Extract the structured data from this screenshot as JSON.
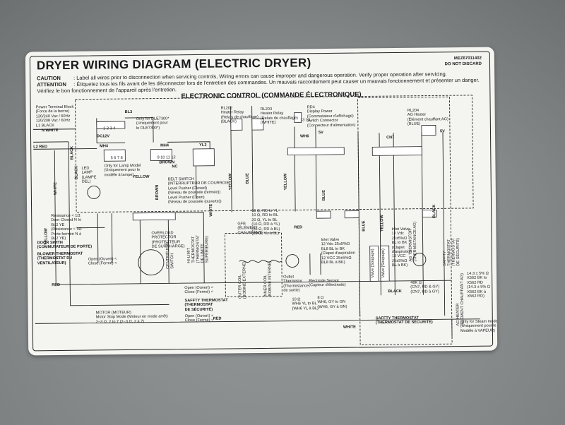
{
  "diagram": {
    "title": "DRYER WIRING DIAGRAM (ELECTRIC DRYER)",
    "part_number": "MEZ67011402",
    "part_note": "DO NOT DISCARD",
    "caution_label": "CAUTION",
    "caution_text": ": Label all wires prior to disconnection when servicing controls, Wiring errors can cause improper and dangerous operation. Verify proper operation after servicing.",
    "attention_label": "ATTENTION",
    "attention_text": ": Étiquetez tous les fils avant de les déconnecter lors de l'entretien des commandes. Un mauvais raccordement peut causer un mauvais fonctionnement et présenter un danger. Vérifiez le bon fonctionnement de l'appareil après l'entretien.",
    "section_title": "ELECTRONIC CONTROL (COMMANDE ÉLECTRONIQUE)",
    "power": "Power Terminal Block\n(Force de la borne)\n120/240 Vac / 60Hz\n120/208 Vac / 60Hz\nL1 BLACK",
    "n_white": "N WHITE",
    "l2_red": "L2 RED",
    "bl3": "BL3",
    "dc12v": "DC12V",
    "only_dle": "Only for DLE7300*\n(Uniquement pour\nle DLE7300*)",
    "mh4": "MH4",
    "mh4_2": "MH4",
    "led": "LED\nLAMP\n(LAMPE\nDEL)",
    "only_lamp": "Only for Lamp Model\n(Uniquement pour le\nmodèle à lampe)",
    "yellow": "YELLOW",
    "brown": "BROWN",
    "yl3": "YL3",
    "belt": "BELT SWITCH\n(INTERRUPTEUR DE COURROIE)\nLevel Pusher (Closed)\n(Niveau de poussée (fermée))\nLevel Pusher (Open)\n(Niveau de poussée (ouverte))",
    "nc": "NC",
    "rl202": "RL202\nHeater Relay\n(Relais de chauffage)\n(BLACK)",
    "rl203": "RL203\nHeater Relay\n(Relais de chauffage)\n(WHITE)",
    "rd4": "RD4\nDisplay Power\n(Commutateur d'affichage)\nSwitch Connector\n(Connecteur d'alimentation)",
    "wh6": "WH6",
    "v5": "5V",
    "cn7": "CN7",
    "rl204": "RL204\nAG Heater\n(Élément chauffant AG)\n(BLUE)",
    "v5_2": "5V",
    "door": "DOOR SWITH\n(COMMUTATEUR DE PORTE)",
    "door_res": "Resistance < 1Ω\nDoor Closed N to\nBL2 YE\n(Résistance < 1Ω\nPorte fermée N à\nBL2 YE)",
    "blower": "BLOWER THERMOSTAT\n(THERMOSTAT DU\nVENTILATEUR)",
    "blower_st": "Open (Ouvert) <\nClose (Fermé) <",
    "overload": "OVERLOAD\nPROTECTOR\n(PROTECTEUR\nDE SURCHARGE)",
    "centrifugal": "CENTRIFUGAL\nSWITCH",
    "hi_limit": "HI-LIMIT\nTHERMOSTAT\n(THERMOSTAT\nDE LIMITE\nSUPÉRIEURE)",
    "hl_state": "Open (Ouvert) <\nClose (Fermé) <",
    "saf1": "SAFFTY THERMOSTAT\n(THERMOSTAT\nDE SÉCURITÉ)",
    "saf1_state": "Open (Ouvert) <\nClose (Fermé) <",
    "motor": "MOTOR (MOTEUR)\nMotor Stop Mode (Moteur en mode arrêt)\n2~3 Ω, 2 to 7 (2~3 Ω, 2 à 7)",
    "red": "RED",
    "red2": "RED",
    "red3": "RED",
    "white": "WHITE",
    "white2": "WHITE",
    "white3": "WHITE",
    "blue": "BLUE",
    "blue2": "BLUE",
    "blue3": "BLUE",
    "black": "BLACK",
    "black2": "BLACK",
    "black3": "BLACK",
    "black4": "BLACK",
    "yellow2": "YELLOW",
    "yellow3": "YELLOW",
    "yellow4": "YELLOW",
    "yellow5": "YELLOW",
    "brown2": "BROWN",
    "gfb": "GFB\n(ÉLÉMENT\nCHAUFFANT)",
    "coil_res": "10 Ω, RD to YL\n10 Ω, RD to BL\n20 Ω, YL to BL\n(10 Ω, RD à YL)\n(10 Ω, RD à BL)\n(20 Ω, YL à BL)",
    "outer": "OUTER COIL\n(BOBINE EXTERNE)",
    "inner": "INNER COIL\n(BOBINE INTERNE)",
    "outlet": "Outlet\nThermistor\n(Thermistance\nde sortie)",
    "outlet_v": "10 Ω\nWH6 YL to BL\n(WH6 YL à BL)",
    "electrode": "Electrode Sensor\n(Capteur d'électrode)",
    "electrode_v": "8 Ω\nWH6, GY to GN\n(WH6, GY à GN)",
    "inlet": "Inlet Valve\n12 Vdc 25±5%Ω\nBL8 BL to BK\n(Clapet d'aspiration\n12 VCC 25±5%Ω\nBL8 BL à BK)",
    "inlet2": "Inlet Valve\n12 Vdc\n25±5%Ω\nBL to BK\n(Clapet\nd'aspiration\n12 VCC\n25±5%Ω\nBL à BK)",
    "valve_a": "Valve (Soupape)",
    "valve_b": "Valve (Soupape)",
    "ag_thermo": "AG THERMISTOR\n(THERMISTANCE AG)",
    "ag_thermo_v": "48K Ω\n(CN7, RD & GY)\n(CN7, RD à GY)",
    "saf2": "SAFFTY\nTHERMOSTAT\n(THERMOSTAT\nDE SÉCURITÉ)",
    "saf3": "SAFFTY THERMOSTAT\n(THERMOSTAT DE SÉCURITÉ)",
    "ag_heater": "AG HEATER\n(ÉLÉMENT CHAUFFANT AG)",
    "ag_res": "14.3 ± 5% Ω\nX562 BK to\nX562 RD\n(14.3 ± 5% Ω\nX562 BK à\nX562 RD)",
    "steam": "Only for Steam model\n(Uniquement pour le\nModèle à VAPEUR)",
    "tb_cells": [
      "1",
      "2",
      "3",
      "4",
      "5",
      "6",
      "7",
      "8",
      "9",
      "10",
      "11",
      "12",
      "13",
      "14"
    ]
  }
}
